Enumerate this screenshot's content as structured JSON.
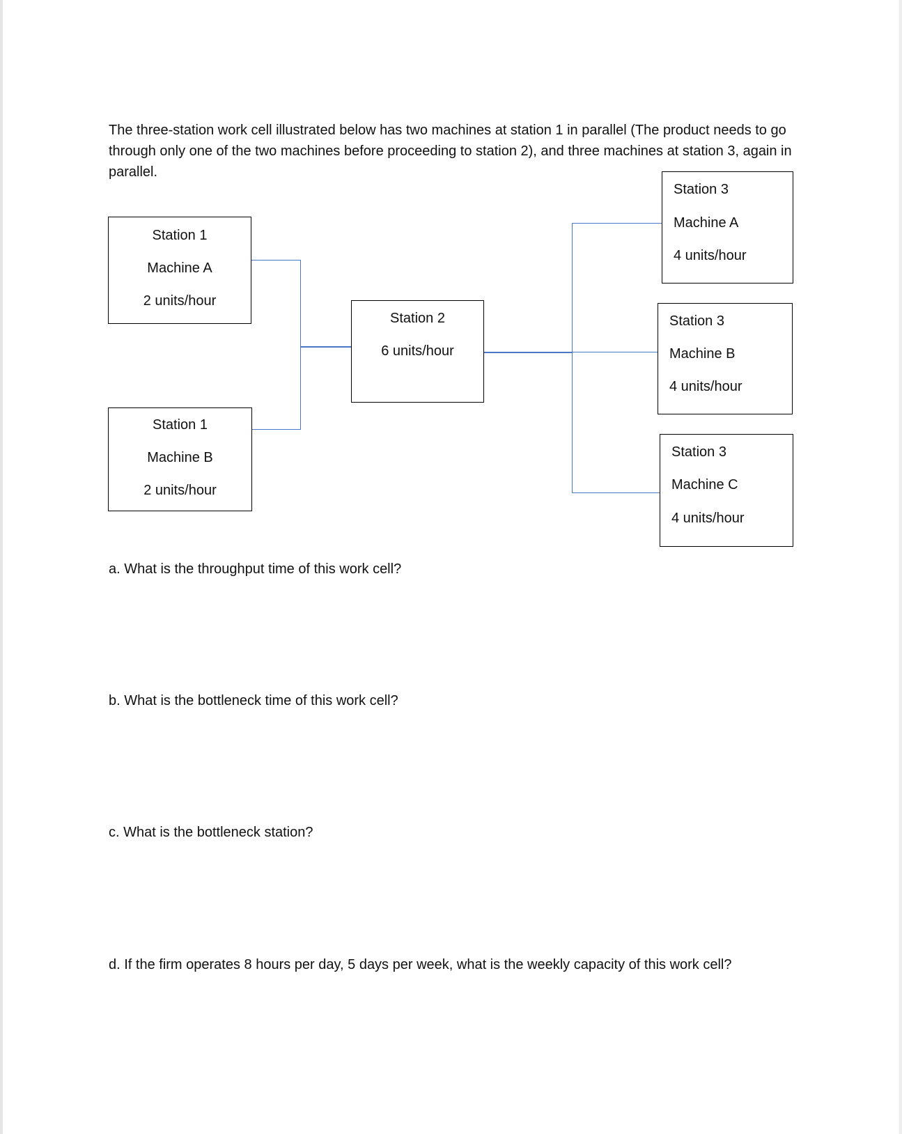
{
  "intro": "The three-station work cell illustrated below has two machines at station 1 in parallel (The product needs to go through only one of the two machines before proceeding to station 2), and three machines at station 3, again in parallel.",
  "stations": {
    "s1a": {
      "station": "Station 1",
      "machine": "Machine A",
      "rate": "2 units/hour"
    },
    "s1b": {
      "station": "Station 1",
      "machine": "Machine B",
      "rate": "2 units/hour"
    },
    "s2": {
      "station": "Station 2",
      "rate": "6 units/hour"
    },
    "s3a": {
      "station": "Station 3",
      "machine": "Machine A",
      "rate": "4 units/hour"
    },
    "s3b": {
      "station": "Station 3",
      "machine": "Machine B",
      "rate": "4 units/hour"
    },
    "s3c": {
      "station": "Station 3",
      "machine": "Machine C",
      "rate": "4 units/hour"
    }
  },
  "questions": {
    "a": "a. What is the throughput time of this work cell?",
    "b": "b. What is the bottleneck time of this work cell?",
    "c": "c. What is the bottleneck station?",
    "d": "d. If the firm operates 8 hours per day, 5 days per week, what is the weekly capacity of this work cell?"
  },
  "colors": {
    "connector": "#4a78c8",
    "border": "#000000"
  }
}
